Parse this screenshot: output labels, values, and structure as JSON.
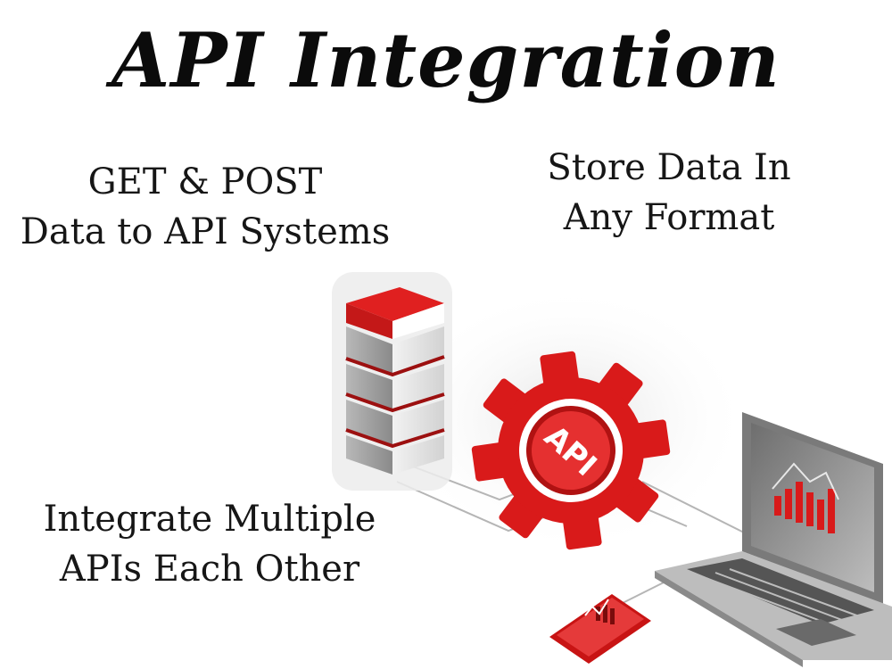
{
  "title": "API Integration",
  "captions": {
    "get_post": [
      "GET & POST",
      "Data to API Systems"
    ],
    "store": [
      "Store Data In",
      "Any Format"
    ],
    "integrate": [
      "Integrate Multiple",
      "APIs Each Other"
    ]
  },
  "gear_label": "API",
  "colors": {
    "accent": "#e01b1b",
    "dark_red": "#8a0d0d",
    "server_gray": "#8c8c8c",
    "laptop_gray": "#9a9a9a"
  },
  "icons": [
    "server-icon",
    "api-gear-icon",
    "laptop-icon",
    "phone-icon"
  ]
}
